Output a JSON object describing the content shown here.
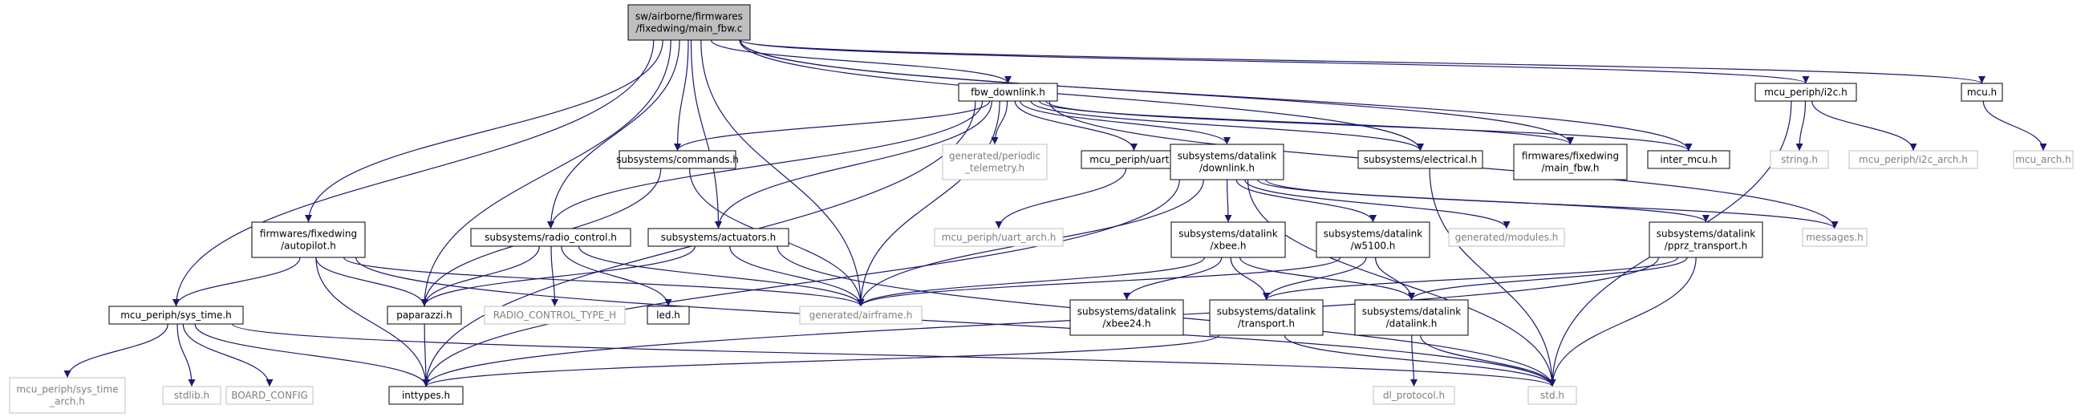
{
  "graph": {
    "colors": {
      "edge": "#191970",
      "node_border": "#000000",
      "ghost_border": "#bfbfbf",
      "ghost_text": "#7f7f7f",
      "root_fill": "#bfbfbf",
      "bg": "#ffffff"
    },
    "nodes": [
      {
        "id": "main_fbw",
        "lines": [
          "sw/airborne/firmwares",
          "/fixedwing/main_fbw.c"
        ],
        "style": "root"
      },
      {
        "id": "fbw_downlink",
        "lines": [
          "fbw_downlink.h"
        ],
        "style": "normal"
      },
      {
        "id": "mcu_i2c",
        "lines": [
          "mcu_periph/i2c.h"
        ],
        "style": "normal"
      },
      {
        "id": "mcu_h",
        "lines": [
          "mcu.h"
        ],
        "style": "normal"
      },
      {
        "id": "commands",
        "lines": [
          "subsystems/commands.h"
        ],
        "style": "normal"
      },
      {
        "id": "gen_periodic",
        "lines": [
          "generated/periodic",
          "_telemetry.h"
        ],
        "style": "ghost"
      },
      {
        "id": "uart",
        "lines": [
          "mcu_periph/uart.h"
        ],
        "style": "normal"
      },
      {
        "id": "dl_downlink",
        "lines": [
          "subsystems/datalink",
          "/downlink.h"
        ],
        "style": "normal"
      },
      {
        "id": "electrical",
        "lines": [
          "subsystems/electrical.h"
        ],
        "style": "normal"
      },
      {
        "id": "fw_main_fbw_h",
        "lines": [
          "firmwares/fixedwing",
          "/main_fbw.h"
        ],
        "style": "normal"
      },
      {
        "id": "inter_mcu",
        "lines": [
          "inter_mcu.h"
        ],
        "style": "normal"
      },
      {
        "id": "string_h",
        "lines": [
          "string.h"
        ],
        "style": "ghost"
      },
      {
        "id": "i2c_arch",
        "lines": [
          "mcu_periph/i2c_arch.h"
        ],
        "style": "ghost"
      },
      {
        "id": "mcu_arch",
        "lines": [
          "mcu_arch.h"
        ],
        "style": "ghost"
      },
      {
        "id": "autopilot",
        "lines": [
          "firmwares/fixedwing",
          "/autopilot.h"
        ],
        "style": "normal"
      },
      {
        "id": "radio",
        "lines": [
          "subsystems/radio_control.h"
        ],
        "style": "normal"
      },
      {
        "id": "actuators",
        "lines": [
          "subsystems/actuators.h"
        ],
        "style": "normal"
      },
      {
        "id": "uart_arch",
        "lines": [
          "mcu_periph/uart_arch.h"
        ],
        "style": "ghost"
      },
      {
        "id": "xbee",
        "lines": [
          "subsystems/datalink",
          "/xbee.h"
        ],
        "style": "normal"
      },
      {
        "id": "w5100",
        "lines": [
          "subsystems/datalink",
          "/w5100.h"
        ],
        "style": "normal"
      },
      {
        "id": "gen_modules",
        "lines": [
          "generated/modules.h"
        ],
        "style": "ghost"
      },
      {
        "id": "pprz_transport",
        "lines": [
          "subsystems/datalink",
          "/pprz_transport.h"
        ],
        "style": "normal"
      },
      {
        "id": "messages",
        "lines": [
          "messages.h"
        ],
        "style": "ghost"
      },
      {
        "id": "sys_time",
        "lines": [
          "mcu_periph/sys_time.h"
        ],
        "style": "normal"
      },
      {
        "id": "paparazzi",
        "lines": [
          "paparazzi.h"
        ],
        "style": "normal"
      },
      {
        "id": "rc_type",
        "lines": [
          "RADIO_CONTROL_TYPE_H"
        ],
        "style": "ghost"
      },
      {
        "id": "led",
        "lines": [
          "led.h"
        ],
        "style": "normal"
      },
      {
        "id": "gen_airframe",
        "lines": [
          "generated/airframe.h"
        ],
        "style": "ghost"
      },
      {
        "id": "xbee24",
        "lines": [
          "subsystems/datalink",
          "/xbee24.h"
        ],
        "style": "normal"
      },
      {
        "id": "transport",
        "lines": [
          "subsystems/datalink",
          "/transport.h"
        ],
        "style": "normal"
      },
      {
        "id": "dl_datalink",
        "lines": [
          "subsystems/datalink",
          "/datalink.h"
        ],
        "style": "normal"
      },
      {
        "id": "sys_time_arch",
        "lines": [
          "mcu_periph/sys_time",
          "_arch.h"
        ],
        "style": "ghost"
      },
      {
        "id": "stdlib",
        "lines": [
          "stdlib.h"
        ],
        "style": "ghost"
      },
      {
        "id": "board_config",
        "lines": [
          "BOARD_CONFIG"
        ],
        "style": "ghost"
      },
      {
        "id": "inttypes",
        "lines": [
          "inttypes.h"
        ],
        "style": "normal"
      },
      {
        "id": "dl_protocol",
        "lines": [
          "dl_protocol.h"
        ],
        "style": "ghost"
      },
      {
        "id": "std_h",
        "lines": [
          "std.h"
        ],
        "style": "ghost"
      }
    ],
    "edges": [
      [
        "main_fbw",
        "fbw_downlink"
      ],
      [
        "main_fbw",
        "mcu_i2c"
      ],
      [
        "main_fbw",
        "mcu_h"
      ],
      [
        "main_fbw",
        "commands"
      ],
      [
        "main_fbw",
        "electrical"
      ],
      [
        "main_fbw",
        "fw_main_fbw_h"
      ],
      [
        "main_fbw",
        "inter_mcu"
      ],
      [
        "main_fbw",
        "autopilot"
      ],
      [
        "main_fbw",
        "radio"
      ],
      [
        "main_fbw",
        "actuators"
      ],
      [
        "main_fbw",
        "sys_time"
      ],
      [
        "main_fbw",
        "paparazzi"
      ],
      [
        "main_fbw",
        "gen_airframe"
      ],
      [
        "fbw_downlink",
        "commands"
      ],
      [
        "fbw_downlink",
        "gen_periodic"
      ],
      [
        "fbw_downlink",
        "uart"
      ],
      [
        "fbw_downlink",
        "dl_downlink"
      ],
      [
        "fbw_downlink",
        "electrical"
      ],
      [
        "fbw_downlink",
        "fw_main_fbw_h"
      ],
      [
        "fbw_downlink",
        "inter_mcu"
      ],
      [
        "fbw_downlink",
        "radio"
      ],
      [
        "fbw_downlink",
        "actuators"
      ],
      [
        "fbw_downlink",
        "gen_airframe"
      ],
      [
        "fbw_downlink",
        "inttypes"
      ],
      [
        "fbw_downlink",
        "messages"
      ],
      [
        "mcu_i2c",
        "string_h"
      ],
      [
        "mcu_i2c",
        "i2c_arch"
      ],
      [
        "mcu_i2c",
        "std_h"
      ],
      [
        "mcu_h",
        "mcu_arch"
      ],
      [
        "commands",
        "paparazzi"
      ],
      [
        "commands",
        "gen_airframe"
      ],
      [
        "uart",
        "uart_arch"
      ],
      [
        "dl_downlink",
        "xbee"
      ],
      [
        "dl_downlink",
        "w5100"
      ],
      [
        "dl_downlink",
        "gen_modules"
      ],
      [
        "dl_downlink",
        "pprz_transport"
      ],
      [
        "dl_downlink",
        "messages"
      ],
      [
        "dl_downlink",
        "gen_airframe"
      ],
      [
        "dl_downlink",
        "inttypes"
      ],
      [
        "dl_downlink",
        "std_h"
      ],
      [
        "electrical",
        "std_h"
      ],
      [
        "autopilot",
        "sys_time"
      ],
      [
        "autopilot",
        "paparazzi"
      ],
      [
        "autopilot",
        "gen_airframe"
      ],
      [
        "autopilot",
        "inttypes"
      ],
      [
        "autopilot",
        "std_h"
      ],
      [
        "radio",
        "paparazzi"
      ],
      [
        "radio",
        "rc_type"
      ],
      [
        "radio",
        "led"
      ],
      [
        "radio",
        "gen_airframe"
      ],
      [
        "actuators",
        "paparazzi"
      ],
      [
        "actuators",
        "gen_airframe"
      ],
      [
        "actuators",
        "std_h"
      ],
      [
        "xbee",
        "xbee24"
      ],
      [
        "xbee",
        "transport"
      ],
      [
        "xbee",
        "dl_datalink"
      ],
      [
        "xbee",
        "gen_airframe"
      ],
      [
        "w5100",
        "transport"
      ],
      [
        "w5100",
        "dl_datalink"
      ],
      [
        "w5100",
        "gen_airframe"
      ],
      [
        "pprz_transport",
        "transport"
      ],
      [
        "pprz_transport",
        "dl_datalink"
      ],
      [
        "pprz_transport",
        "std_h"
      ],
      [
        "pprz_transport",
        "inttypes"
      ],
      [
        "sys_time",
        "sys_time_arch"
      ],
      [
        "sys_time",
        "stdlib"
      ],
      [
        "sys_time",
        "board_config"
      ],
      [
        "sys_time",
        "inttypes"
      ],
      [
        "sys_time",
        "std_h"
      ],
      [
        "paparazzi",
        "inttypes"
      ],
      [
        "transport",
        "inttypes"
      ],
      [
        "transport",
        "std_h"
      ],
      [
        "dl_datalink",
        "dl_protocol"
      ],
      [
        "dl_datalink",
        "std_h"
      ]
    ]
  }
}
